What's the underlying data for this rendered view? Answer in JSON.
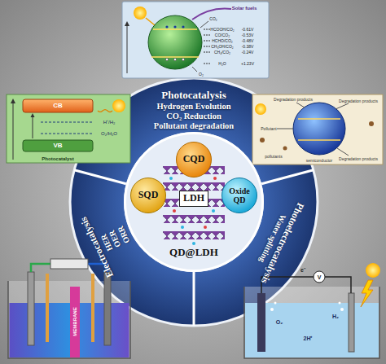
{
  "diagram": {
    "nodes": [
      {
        "text": [
          "Photocatalysis",
          "Hydrogen Evolution",
          "CO₂ Reduction",
          "Pollutant degradation"
        ]
      },
      {
        "text": [
          "QD@LDH"
        ]
      },
      {
        "text": [
          "CQD"
        ],
        "in": 1
      },
      {
        "text": [
          "SQD"
        ],
        "in": 1
      },
      {
        "text": [
          "LDH"
        ],
        "in": 1
      },
      {
        "text": [
          "Oxide QD"
        ],
        "in": 1
      },
      {
        "text": [
          "Electrocatalysis",
          "HER",
          "OER",
          "ORR"
        ]
      },
      {
        "text": [
          "Photoelectrocatalysis",
          "Water splitting"
        ]
      }
    ],
    "labels": [
      "Solar fuels",
      "CO₂",
      "HCOOH/CO₂",
      "-0.61V",
      "CO/CO₂",
      "-0.53V",
      "HCHO/CO₂",
      "-0.48V",
      "CH₃OH/CO₂",
      "-0.38V",
      "CH₄/CO₂",
      "-0.24V",
      "H₂O",
      "+1.23V",
      "O₂",
      "CB",
      "VB",
      "H⁺/H₂",
      "O₂/H₂O",
      "Photocatalyst",
      "Degradation products",
      "Degradation products",
      "Degradation products",
      "Pollutant",
      "pollutants",
      "semiconductor",
      "MEMBRANE",
      "e⁻",
      "V",
      "H₂",
      "O₂",
      "2H⁺"
    ]
  }
}
